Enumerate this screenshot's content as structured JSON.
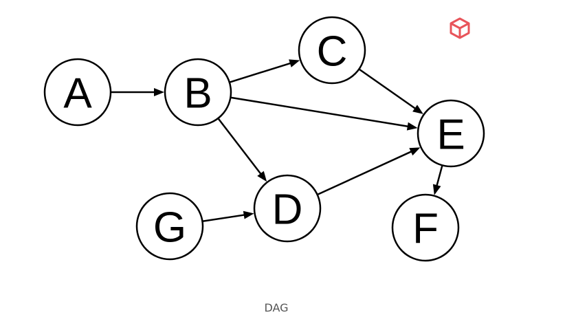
{
  "caption": "DAG",
  "colors": {
    "stroke": "#000000",
    "node_fill": "#ffffff",
    "caption_text": "#555555",
    "watermark": "#e8545a"
  },
  "watermark_icon": "cube-logo-icon",
  "nodes": [
    {
      "id": "A",
      "label": "A"
    },
    {
      "id": "B",
      "label": "B"
    },
    {
      "id": "C",
      "label": "C"
    },
    {
      "id": "D",
      "label": "D"
    },
    {
      "id": "E",
      "label": "E"
    },
    {
      "id": "F",
      "label": "F"
    },
    {
      "id": "G",
      "label": "G"
    }
  ],
  "edges": [
    {
      "from": "A",
      "to": "B"
    },
    {
      "from": "B",
      "to": "C"
    },
    {
      "from": "B",
      "to": "E"
    },
    {
      "from": "B",
      "to": "D"
    },
    {
      "from": "C",
      "to": "E"
    },
    {
      "from": "G",
      "to": "D"
    },
    {
      "from": "D",
      "to": "E"
    },
    {
      "from": "E",
      "to": "F"
    }
  ]
}
